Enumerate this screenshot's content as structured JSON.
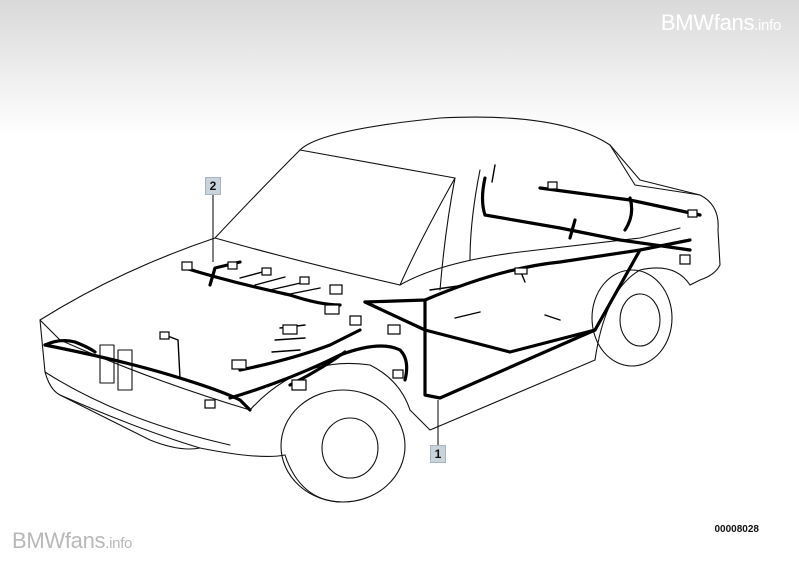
{
  "watermark": {
    "brand": "BMWfans",
    "suffix": ".info"
  },
  "callouts": [
    {
      "label": "2"
    },
    {
      "label": "1"
    }
  ],
  "part_number": "00008028"
}
